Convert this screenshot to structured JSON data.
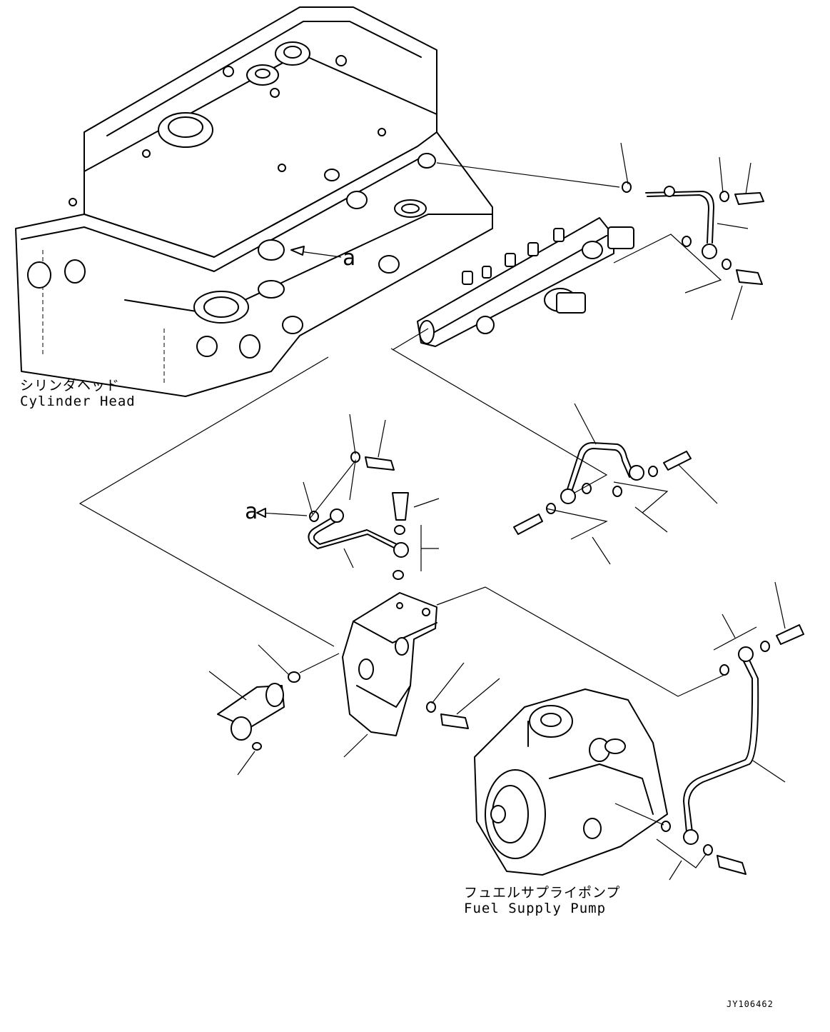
{
  "labels": {
    "cylinder_head": {
      "jp": "シリンダヘッド",
      "en": "Cylinder Head"
    },
    "fuel_supply_pump": {
      "jp": "フュエルサプライポンプ",
      "en": "Fuel Supply Pump"
    },
    "ref_a_top": "a",
    "ref_a_left": "a",
    "drawing_code": "JY106462"
  }
}
